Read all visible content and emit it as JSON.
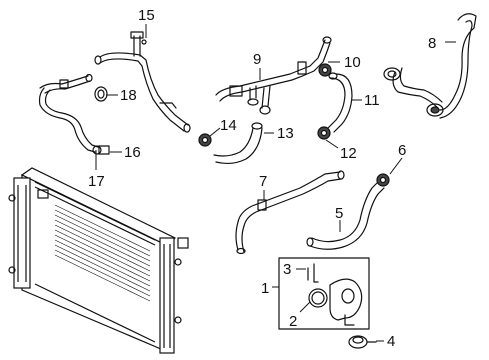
{
  "callouts": [
    {
      "id": "c1",
      "label": "1"
    },
    {
      "id": "c2",
      "label": "2"
    },
    {
      "id": "c3",
      "label": "3"
    },
    {
      "id": "c4",
      "label": "4"
    },
    {
      "id": "c5",
      "label": "5"
    },
    {
      "id": "c6",
      "label": "6"
    },
    {
      "id": "c7",
      "label": "7"
    },
    {
      "id": "c8",
      "label": "8"
    },
    {
      "id": "c9",
      "label": "9"
    },
    {
      "id": "c10",
      "label": "10"
    },
    {
      "id": "c11",
      "label": "11"
    },
    {
      "id": "c12",
      "label": "12"
    },
    {
      "id": "c13",
      "label": "13"
    },
    {
      "id": "c14",
      "label": "14"
    },
    {
      "id": "c15",
      "label": "15"
    },
    {
      "id": "c16",
      "label": "16"
    },
    {
      "id": "c17",
      "label": "17"
    },
    {
      "id": "c18",
      "label": "18"
    }
  ],
  "colors": {
    "line": "#111111",
    "background": "#ffffff"
  }
}
